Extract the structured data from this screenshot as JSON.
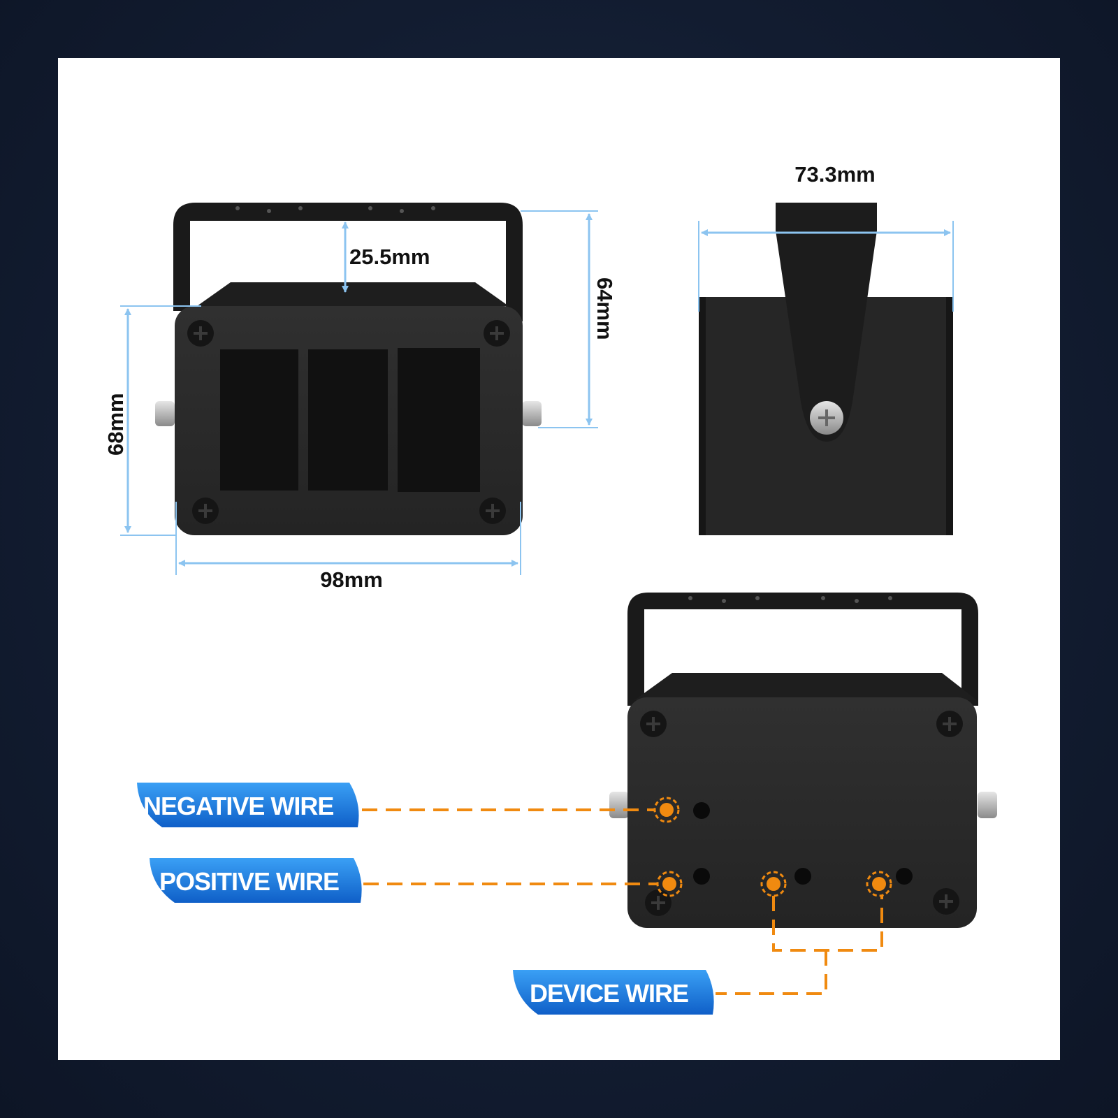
{
  "dimensions": {
    "bracket_gap": "25.5mm",
    "height_with_bracket": "64mm",
    "body_height": "68mm",
    "width": "98mm",
    "depth": "73.3mm"
  },
  "labels": {
    "negative": "NEGATIVE WIRE",
    "positive": "POSITIVE WIRE",
    "device": "DEVICE WIRE"
  },
  "colors": {
    "background": "#121c30",
    "panel": "#ffffff",
    "dimension_line": "#8cc4f0",
    "housing": "#2b2b2b",
    "wire_dash": "#f08a10",
    "pill": "#1a7be0"
  }
}
